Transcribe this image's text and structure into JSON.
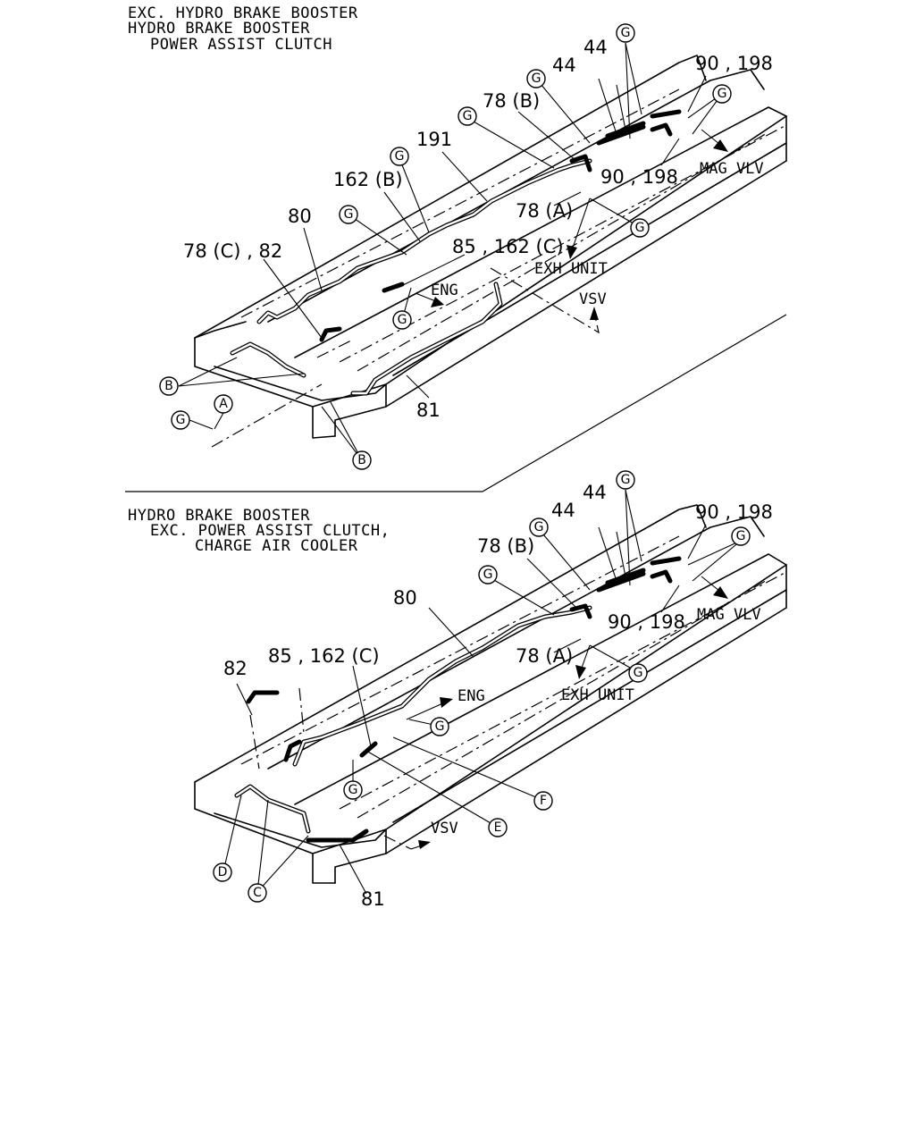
{
  "top_diagram": {
    "header_lines": [
      "EXC. HYDRO BRAKE BOOSTER",
      "HYDRO BRAKE BOOSTER",
      "POWER ASSIST CLUTCH"
    ],
    "part_labels": {
      "p44a": "44",
      "p44b": "44",
      "p90_198a": "90 , 198",
      "p90_198b": "90 , 198",
      "p78b": "78 (B)",
      "p78a": "78 (A)",
      "p191": "191",
      "p162b": "162 (B)",
      "p80": "80",
      "p78c_82": "78 (C) , 82",
      "p85_162c": "85 , 162 (C)",
      "p81": "81"
    },
    "directions": {
      "mag_vlv": "MAG VLV",
      "exh_unit": "EXH UNIT",
      "eng": "ENG",
      "vsv": "VSV"
    },
    "callouts": {
      "g": "G",
      "a": "A",
      "b": "B"
    }
  },
  "bottom_diagram": {
    "header_lines": [
      "HYDRO BRAKE BOOSTER",
      "EXC. POWER ASSIST CLUTCH,",
      "CHARGE AIR COOLER"
    ],
    "part_labels": {
      "p44a": "44",
      "p44b": "44",
      "p90_198a": "90 , 198",
      "p90_198b": "90 , 198",
      "p78b": "78 (B)",
      "p78a": "78 (A)",
      "p80": "80",
      "p82": "82",
      "p85_162c": "85 , 162 (C)",
      "p81": "81"
    },
    "directions": {
      "mag_vlv": "MAG VLV",
      "exh_unit": "EXH UNIT",
      "eng": "ENG",
      "vsv": "VSV"
    },
    "callouts": {
      "g": "G",
      "c": "C",
      "d": "D",
      "e": "E",
      "f": "F"
    }
  }
}
